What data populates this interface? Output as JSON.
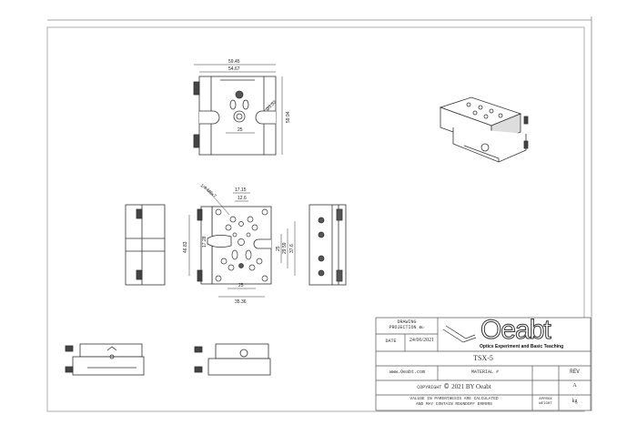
{
  "drawing": {
    "top_view_dims": {
      "overall_width": "59.45",
      "inner_width": "54.67",
      "height": "59.94",
      "hole_spacing": "25",
      "diameter": "Ø5.53"
    },
    "front_view_dims": {
      "thread": "1/4-M6x7",
      "top1": "17.15",
      "top2": "12.6",
      "left_height": "46.83",
      "slot": "17.28",
      "right1": "25",
      "right2": "29.59",
      "right3": "37.6",
      "bottom1": "25",
      "bottom2": "35.36"
    }
  },
  "title_block": {
    "projection_label_1": "DRAWING",
    "projection_label_2": "PROJECTION",
    "date_label": "DATE",
    "date_value": "24/06/2021",
    "logo_text": "Oeabt",
    "logo_tagline": "Optics Experiment and Basic Teaching",
    "part_number": "TSX-5",
    "website": "www.Oeabt.com",
    "material_label": "MATERIAL #",
    "rev_label": "REV",
    "copyright": "COPYRIGHT",
    "copyright_owner": "2021 BY Oeabt",
    "rev_value": "A",
    "note_line1": "VALUSE IN PARENTHESIS ARE CALCULATED",
    "note_line2": "AND MAY CONTAIN ROUNDOFF ERRORS",
    "weight_label_1": "APPROX",
    "weight_label_2": "WEIGHT",
    "weight_unit": "kg"
  }
}
